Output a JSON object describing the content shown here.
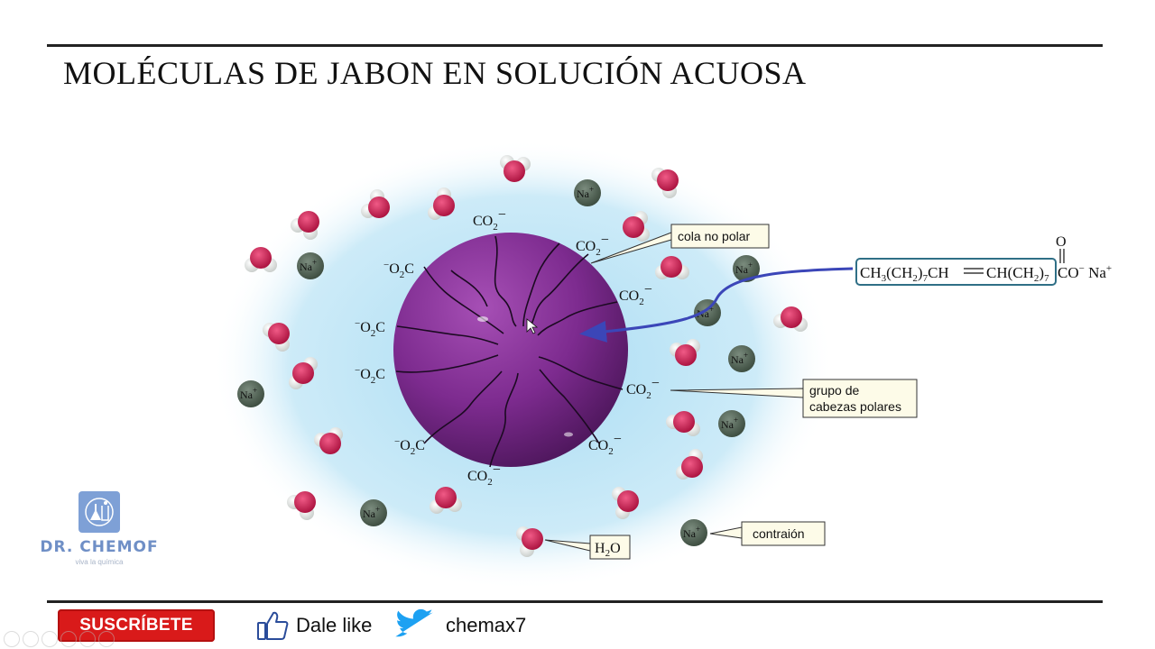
{
  "slide": {
    "title": "MOLÉCULAS DE JABON EN SOLUCIÓN ACUOSA"
  },
  "diagram": {
    "co2_label": "CO",
    "co2_sub": "2",
    "charge_minus": "−",
    "o2c_pre": "−",
    "o2c_o": "O",
    "o2c_sub": "2",
    "o2c_c": "C",
    "na_label": "Na",
    "na_charge": "+",
    "callouts": {
      "cola": "cola no polar",
      "grupo_line1": "grupo de",
      "grupo_line2": "cabezas polares",
      "water_h": "H",
      "water_sub": "2",
      "water_o": "O",
      "contraion": "contraión"
    },
    "formula": {
      "f1": "CH",
      "f1s": "3",
      "f2": "(CH",
      "f2s": "2",
      "f3": ")",
      "f3s": "7",
      "f4": "CH",
      "f5": "CH(CH",
      "f5s": "2",
      "f6": ")",
      "f6s": "7",
      "f7": "CO",
      "f7sup": "−",
      "na": " Na",
      "nasup": "+",
      "carbonyl_o": "O"
    },
    "colors": {
      "micelle": "#7a2a8a",
      "halo": "#bfe6f7",
      "arrow": "#3b46b8",
      "oxygen": "#c4184a",
      "sodium": "#4c5e50",
      "callout_fill": "#fdfbe8",
      "formula_box": "#2f6f86"
    }
  },
  "branding": {
    "name": "DR. CHEMOF",
    "tagline": "viva la química"
  },
  "footer": {
    "subscribe_label": "SUSCRÍBETE",
    "like_label": "Dale like",
    "twitter_handle": "chemax7"
  }
}
